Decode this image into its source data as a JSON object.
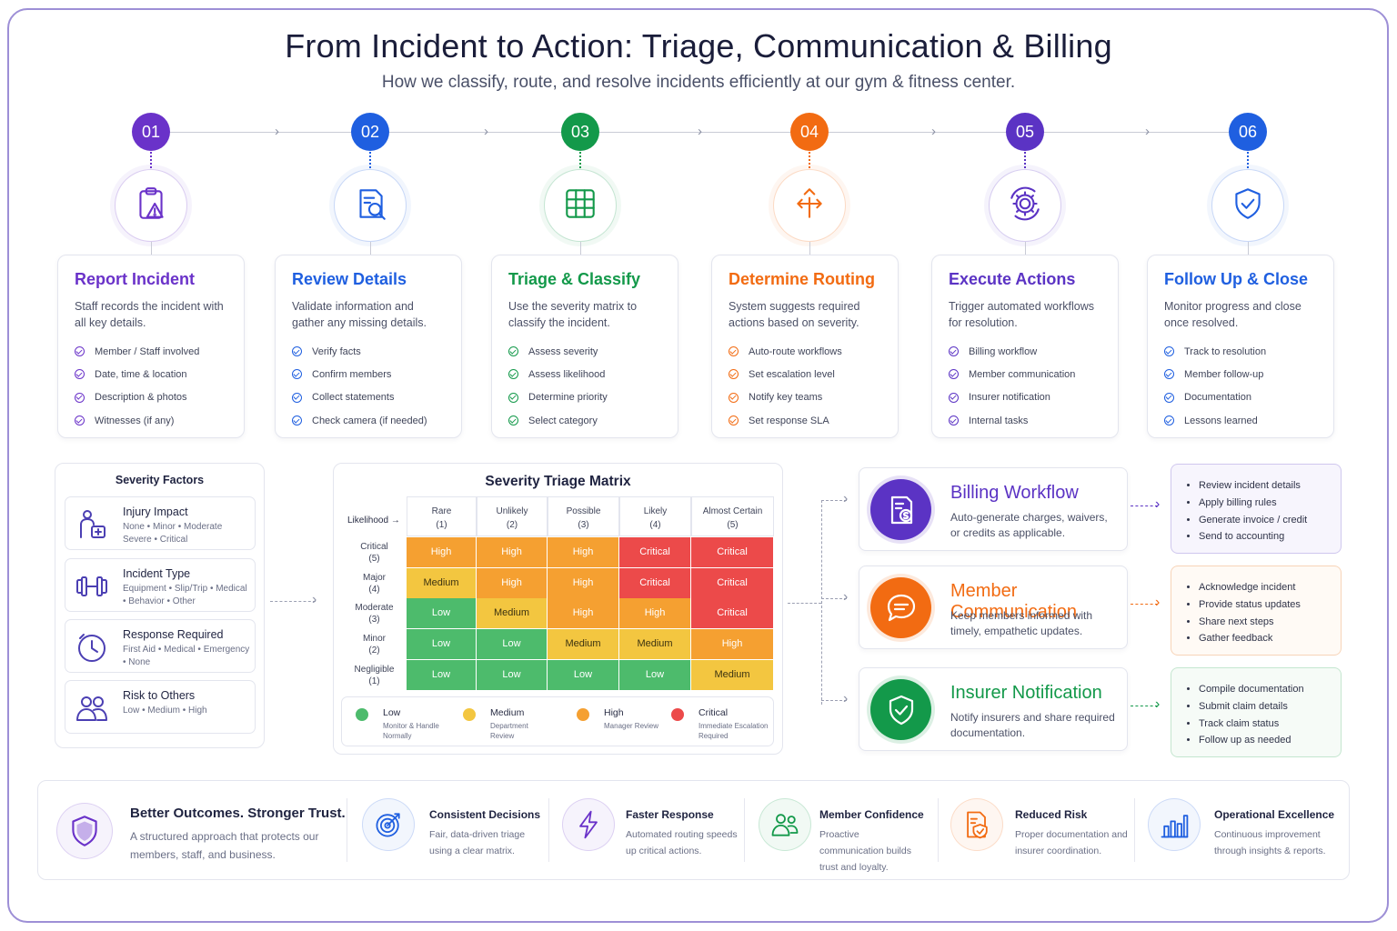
{
  "title": "From Incident to Action: Triage, Communication & Billing",
  "subtitle": "How we classify, route, and resolve incidents efficiently at our gym & fitness center.",
  "steps": [
    {
      "num": "01",
      "color": "#6a32c9",
      "icon": "clipboard-warning-icon",
      "title": "Report Incident",
      "desc": "Staff records the incident with all key details.",
      "items": [
        "Member / Staff involved",
        "Date, time & location",
        "Description & photos",
        "Witnesses (if any)"
      ]
    },
    {
      "num": "02",
      "color": "#1f5fe0",
      "icon": "document-search-icon",
      "title": "Review Details",
      "desc": "Validate information and gather any missing details.",
      "items": [
        "Verify facts",
        "Confirm members",
        "Collect statements",
        "Check camera (if needed)"
      ]
    },
    {
      "num": "03",
      "color": "#13994a",
      "icon": "grid-matrix-icon",
      "title": "Triage & Classify",
      "desc": "Use the severity matrix to classify the incident.",
      "items": [
        "Assess severity",
        "Assess likelihood",
        "Determine priority",
        "Select category"
      ]
    },
    {
      "num": "04",
      "color": "#f26b12",
      "icon": "routing-arrows-icon",
      "title": "Determine Routing",
      "desc": "System suggests required actions based on severity.",
      "items": [
        "Auto-route workflows",
        "Set escalation level",
        "Notify key teams",
        "Set response SLA"
      ]
    },
    {
      "num": "05",
      "color": "#5b33c4",
      "icon": "gear-cycle-icon",
      "title": "Execute Actions",
      "desc": "Trigger automated workflows for resolution.",
      "items": [
        "Billing workflow",
        "Member communication",
        "Insurer notification",
        "Internal tasks"
      ]
    },
    {
      "num": "06",
      "color": "#1f5fe0",
      "icon": "shield-check-icon",
      "title": "Follow Up & Close",
      "desc": "Monitor progress and close once resolved.",
      "items": [
        "Track to resolution",
        "Member follow-up",
        "Documentation",
        "Lessons learned"
      ]
    }
  ],
  "factors": {
    "title": "Severity Factors",
    "items": [
      {
        "icon": "injury-person-icon",
        "name": "Injury Impact",
        "sub": "None • Minor • Moderate Severe • Critical"
      },
      {
        "icon": "dumbbell-icon",
        "name": "Incident Type",
        "sub": "Equipment • Slip/Trip • Medical • Behavior • Other"
      },
      {
        "icon": "clock-icon",
        "name": "Response Required",
        "sub": "First Aid • Medical • Emergency • None"
      },
      {
        "icon": "people-icon",
        "name": "Risk to Others",
        "sub": "Low • Medium • High"
      }
    ]
  },
  "matrix": {
    "title": "Severity Triage Matrix",
    "likelihood_label": "Likelihood →",
    "columns": [
      {
        "name": "Rare",
        "n": "(1)"
      },
      {
        "name": "Unlikely",
        "n": "(2)"
      },
      {
        "name": "Possible",
        "n": "(3)"
      },
      {
        "name": "Likely",
        "n": "(4)"
      },
      {
        "name": "Almost Certain",
        "n": "(5)"
      }
    ],
    "rows": [
      {
        "name": "Critical",
        "n": "(5)",
        "cells": [
          "High",
          "High",
          "High",
          "Critical",
          "Critical"
        ]
      },
      {
        "name": "Major",
        "n": "(4)",
        "cells": [
          "Medium",
          "High",
          "High",
          "Critical",
          "Critical"
        ]
      },
      {
        "name": "Moderate",
        "n": "(3)",
        "cells": [
          "Low",
          "Medium",
          "High",
          "High",
          "Critical"
        ]
      },
      {
        "name": "Minor",
        "n": "(2)",
        "cells": [
          "Low",
          "Low",
          "Medium",
          "Medium",
          "High"
        ]
      },
      {
        "name": "Negligible",
        "n": "(1)",
        "cells": [
          "Low",
          "Low",
          "Low",
          "Low",
          "Medium"
        ]
      }
    ],
    "level_colors": {
      "Low": "#4dbb6c",
      "Medium": "#f3c640",
      "High": "#f5a031",
      "Critical": "#ec4a4a"
    },
    "level_text_colors": {
      "Low": "#ffffff",
      "Medium": "#3b3210",
      "High": "#ffffff",
      "Critical": "#ffffff"
    },
    "legend": [
      {
        "name": "Low",
        "sub": "Monitor & Handle Normally",
        "color": "#4dbb6c"
      },
      {
        "name": "Medium",
        "sub": "Department Review",
        "color": "#f3c640"
      },
      {
        "name": "High",
        "sub": "Manager Review",
        "color": "#f5a031"
      },
      {
        "name": "Critical",
        "sub": "Immediate Escalation Required",
        "color": "#ec4a4a"
      }
    ]
  },
  "workflows": [
    {
      "icon": "billing-document-icon",
      "name": "Billing Workflow",
      "desc": "Auto-generate charges, waivers, or credits as applicable.",
      "color": "#5b33c4",
      "tint": "#f7f5fd",
      "border": "#cfc7ee",
      "bullets": [
        "Review incident details",
        "Apply billing rules",
        "Generate invoice / credit",
        "Send to accounting"
      ]
    },
    {
      "icon": "chat-bubble-icon",
      "name": "Member Communication",
      "desc": "Keep members informed with timely, empathetic updates.",
      "color": "#f26b12",
      "tint": "#fffaf5",
      "border": "#f7d4b8",
      "bullets": [
        "Acknowledge incident",
        "Provide status updates",
        "Share next steps",
        "Gather feedback"
      ]
    },
    {
      "icon": "shield-check-icon",
      "name": "Insurer Notification",
      "desc": "Notify insurers and share required documentation.",
      "color": "#13994a",
      "tint": "#f6fbf7",
      "border": "#c4e6cf",
      "bullets": [
        "Compile documentation",
        "Submit claim details",
        "Track claim status",
        "Follow up as needed"
      ]
    }
  ],
  "outcomes": [
    {
      "icon": "shield-icon",
      "title": "Better Outcomes. Stronger Trust.",
      "desc": "A structured approach that protects our members, staff, and business.",
      "color": "#6a32c9"
    },
    {
      "icon": "target-icon",
      "title": "Consistent Decisions",
      "desc": "Fair, data-driven triage using a clear matrix.",
      "color": "#1f5fe0"
    },
    {
      "icon": "lightning-icon",
      "title": "Faster Response",
      "desc": "Automated routing speeds up critical actions.",
      "color": "#6a32c9"
    },
    {
      "icon": "users-icon",
      "title": "Member Confidence",
      "desc": "Proactive communication builds trust and loyalty.",
      "color": "#13994a"
    },
    {
      "icon": "document-shield-icon",
      "title": "Reduced Risk",
      "desc": "Proper documentation and insurer coordination.",
      "color": "#f26b12"
    },
    {
      "icon": "bar-chart-icon",
      "title": "Operational Excellence",
      "desc": "Continuous improvement through insights & reports.",
      "color": "#1f5fe0"
    }
  ]
}
